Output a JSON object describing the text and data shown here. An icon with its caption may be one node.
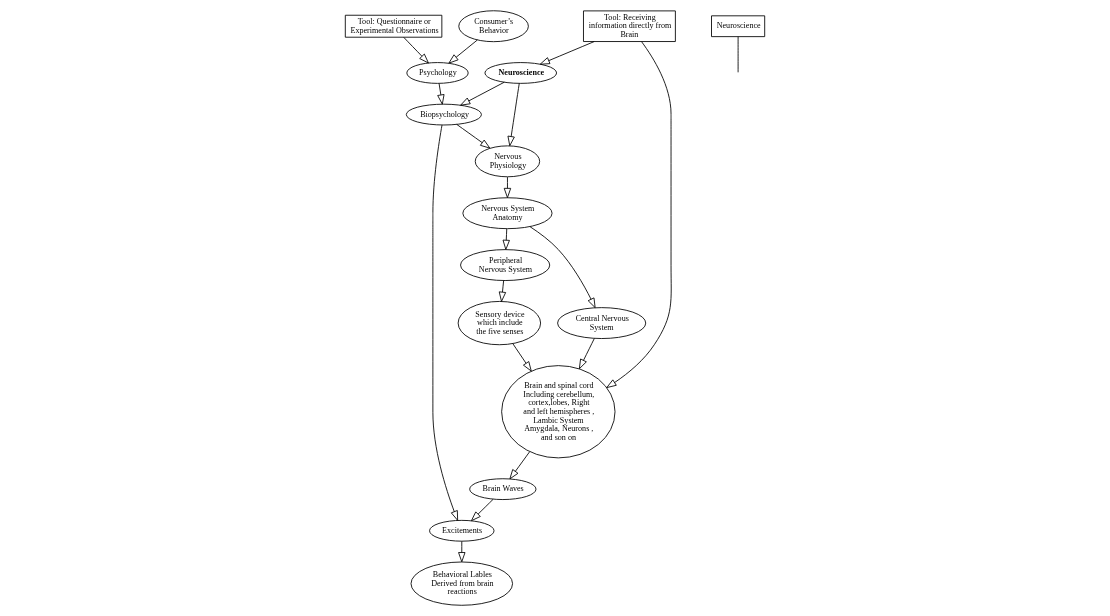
{
  "diagram": {
    "nodes": [
      {
        "text": [
          "Tool: Questionnaire or Experimental Observations"
        ]
      },
      {
        "text": [
          "Sensory device which include the five senses"
        ]
      },
      {
        "text": [
          "Peripheral Nervous System"
        ]
      },
      {
        "text": [
          "Psychology"
        ]
      },
      {
        "text": [
          "Nervous System Anatomy"
        ]
      },
      {
        "text": [
          "Nervous Physiology"
        ]
      },
      {
        "text": [
          "Biopsychology"
        ]
      },
      {
        "text": [
          "Consumer’s Behavior"
        ]
      },
      {
        "text": [
          "Brain and spinal cord Including cerebellum, cortex,lobes, Right and left hemispheres , Lambic System Amygdala, Neurons , and son on"
        ]
      },
      {
        "text": [
          "Central Nervous System"
        ]
      },
      {
        "text": [
          "Neuroscience"
        ]
      },
      {
        "text": [
          "Neuroscience"
        ]
      },
      {
        "text": [
          "Tool: Receiving information directly from Brain"
        ]
      },
      {
        "text": [
          "Brain Waves"
        ]
      },
      {
        "text": [
          "Excitements"
        ]
      },
      {
        "text": [
          "Behavioral Lables Derived from brain reactions"
        ]
      }
    ],
    "edges": [
      {
        "from": 0,
        "to": 3,
        "arrow": "to"
      },
      {
        "from": 3,
        "to": 6,
        "arrow": "to"
      },
      {
        "from": 7,
        "to": 3,
        "arrow": "to"
      },
      {
        "from": 6,
        "to": 5,
        "arrow": "to"
      },
      {
        "from": 5,
        "to": 4,
        "arrow": "to"
      },
      {
        "from": 4,
        "to": 2,
        "arrow": "to"
      },
      {
        "from": 4,
        "to": 9,
        "arrow": "to"
      },
      {
        "from": 2,
        "to": 1,
        "arrow": "to"
      },
      {
        "from": 1,
        "to": 8,
        "arrow": "to"
      },
      {
        "from": 9,
        "to": 8,
        "arrow": "to"
      },
      {
        "from": 10,
        "to": 6,
        "arrow": "to"
      },
      {
        "from": 10,
        "to": 5,
        "arrow": "to"
      },
      {
        "from": 12,
        "to": 10,
        "arrow": "to"
      },
      {
        "from": 12,
        "to": 8,
        "arrow": "to"
      },
      {
        "from": 6,
        "to": 14,
        "arrow": "to"
      },
      {
        "from": 8,
        "to": 13,
        "arrow": "to"
      },
      {
        "from": 13,
        "to": 14,
        "arrow": "to"
      },
      {
        "from": 14,
        "to": 15,
        "arrow": "to"
      },
      {
        "from": 11,
        "to": null,
        "arrow": "none"
      }
    ]
  }
}
